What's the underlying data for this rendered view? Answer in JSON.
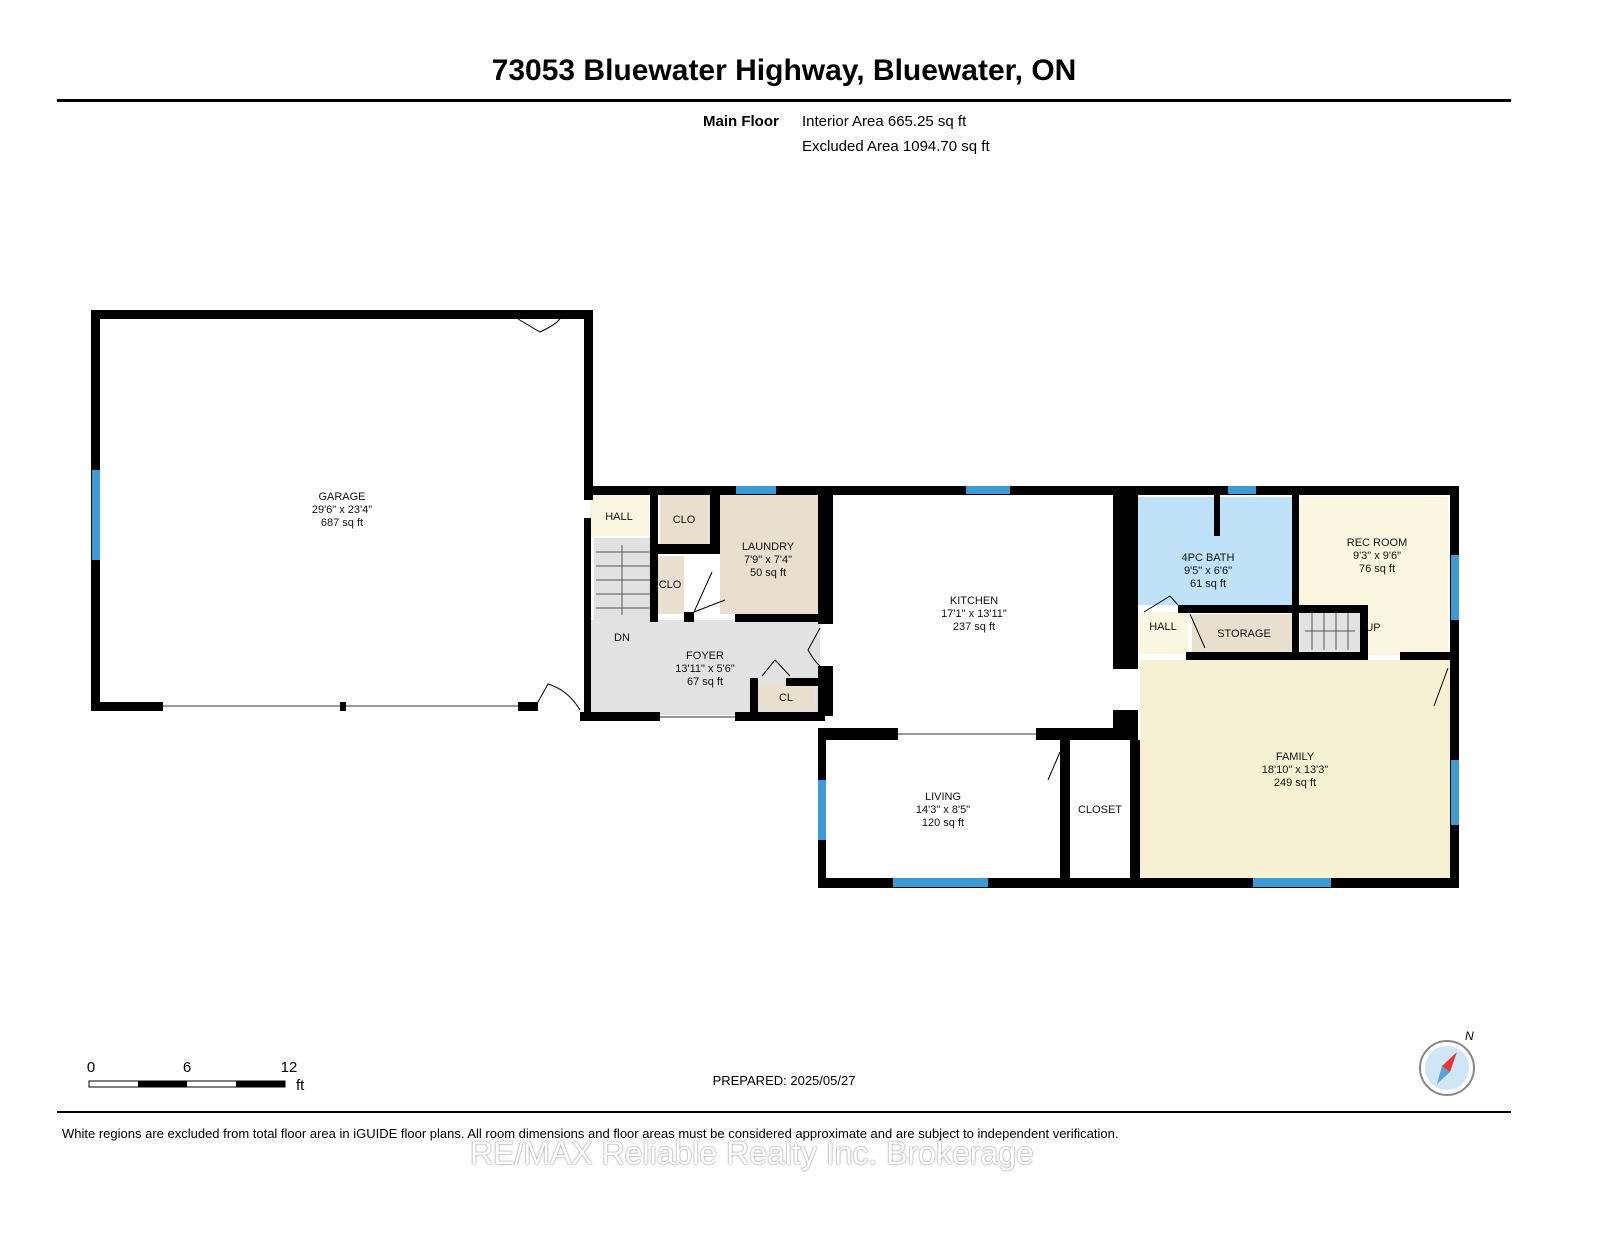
{
  "title": "73053 Bluewater Highway, Bluewater, ON",
  "floor": {
    "name": "Main Floor",
    "interior": "Interior Area 665.25 sq ft",
    "excluded": "Excluded Area 1094.70 sq ft"
  },
  "rooms": {
    "garage": {
      "name": "GARAGE",
      "dim": "29'6\" x 23'4\"",
      "area": "687 sq ft"
    },
    "hall1": {
      "name": "HALL"
    },
    "clo1": {
      "name": "CLO"
    },
    "clo2": {
      "name": "CLO"
    },
    "laundry": {
      "name": "LAUNDRY",
      "dim": "7'9\" x 7'4\"",
      "area": "50 sq ft"
    },
    "dn": {
      "name": "DN"
    },
    "foyer": {
      "name": "FOYER",
      "dim": "13'11\" x 5'6\"",
      "area": "67 sq ft"
    },
    "cl": {
      "name": "CL"
    },
    "kitchen": {
      "name": "KITCHEN",
      "dim": "17'1\" x 13'11\"",
      "area": "237 sq ft"
    },
    "bath": {
      "name": "4PC BATH",
      "dim": "9'5\" x 6'6\"",
      "area": "61 sq ft"
    },
    "rec": {
      "name": "REC ROOM",
      "dim": "9'3\" x 9'6\"",
      "area": "76 sq ft"
    },
    "hall2": {
      "name": "HALL"
    },
    "storage": {
      "name": "STORAGE"
    },
    "up": {
      "name": "UP"
    },
    "family": {
      "name": "FAMILY",
      "dim": "18'10\" x 13'3\"",
      "area": "249 sq ft"
    },
    "living": {
      "name": "LIVING",
      "dim": "14'3\" x 8'5\"",
      "area": "120 sq ft"
    },
    "closet": {
      "name": "CLOSET"
    }
  },
  "scale": {
    "t0": "0",
    "t1": "6",
    "t2": "12",
    "unit": "ft"
  },
  "prepared": "PREPARED: 2025/05/27",
  "compass": "N",
  "disclaimer": "White regions are excluded from total floor area in iGUIDE floor plans. All room dimensions and floor areas must be considered approximate and are subject to independent verification.",
  "watermark": "RE/MAX Reliable Realty Inc. Brokerage",
  "colors": {
    "wall": "#000000",
    "window": "#3c9ad6",
    "beige": "#e8dfcf",
    "grey": "#e2e2e2",
    "blue": "#bfe2f8",
    "cream": "#fbf6df",
    "family": "#f7f1d4"
  }
}
